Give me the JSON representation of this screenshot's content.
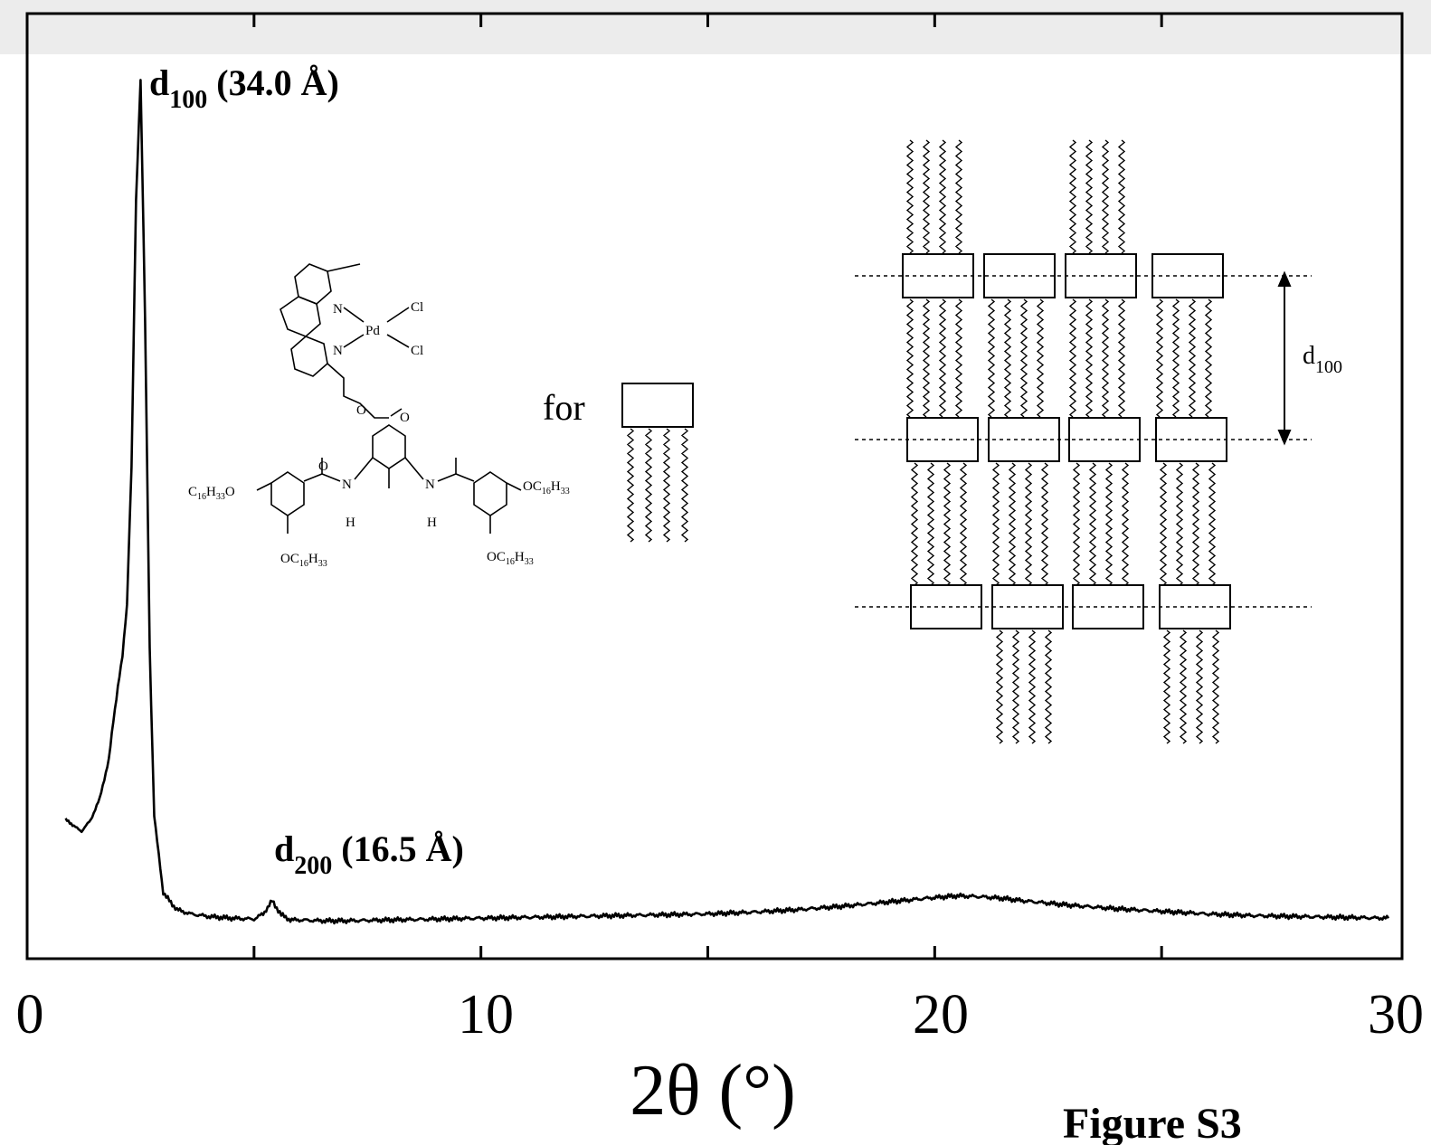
{
  "chart_data": {
    "type": "line",
    "xlabel": "2θ  (°)",
    "ylabel": "",
    "xlim": [
      0,
      30
    ],
    "x_ticks": [
      "0",
      "10",
      "20",
      "30"
    ],
    "grid": false,
    "series": [
      {
        "x": [
          0.85,
          1.0,
          1.2,
          1.4,
          1.6,
          1.8,
          1.9,
          2.0,
          2.1,
          2.2,
          2.3,
          2.4,
          2.5,
          2.6,
          2.7,
          2.8,
          3.0,
          3.3,
          3.6,
          4.0,
          4.5,
          5.0,
          5.2,
          5.4,
          5.6,
          5.8,
          6.0,
          6.5,
          7.0,
          8.0,
          9.0,
          10.0,
          11.0,
          12.0,
          13.0,
          14.0,
          15.0,
          16.0,
          17.0,
          18.0,
          19.0,
          20.0,
          20.5,
          21.0,
          21.5,
          22.0,
          23.0,
          24.0,
          25.0,
          26.0,
          27.0,
          28.0,
          29.0,
          30.0
        ],
        "y": [
          14.2,
          13.4,
          12.7,
          14.0,
          16.5,
          21.0,
          25.5,
          29.5,
          33.0,
          39.0,
          55.0,
          86.0,
          100.0,
          72.0,
          34.0,
          14.5,
          5.5,
          3.6,
          3.1,
          2.8,
          2.6,
          2.5,
          3.1,
          4.6,
          3.0,
          2.4,
          2.4,
          2.3,
          2.3,
          2.4,
          2.5,
          2.6,
          2.7,
          2.8,
          2.9,
          3.0,
          3.1,
          3.3,
          3.6,
          4.0,
          4.5,
          5.0,
          5.2,
          5.1,
          4.9,
          4.6,
          4.1,
          3.7,
          3.4,
          3.1,
          2.9,
          2.8,
          2.7,
          2.6
        ]
      }
    ],
    "annotations": [
      {
        "main": "d",
        "sub": "100",
        "rest": " (34.0 Å)"
      },
      {
        "main": "d",
        "sub": "200",
        "rest": " (16.5 Å)"
      }
    ]
  },
  "inset": {
    "chem_labels": [
      "N",
      "N",
      "Pd",
      "Cl",
      "Cl",
      "O",
      "O",
      "O",
      "N",
      "N",
      "H",
      "H"
    ],
    "substituents": [
      {
        "main": "C",
        "sub1": "16",
        "mid": "H",
        "sub2": "33",
        "end": "O"
      },
      {
        "main": "OC",
        "sub1": "16",
        "mid": "H",
        "sub2": "33",
        "end": ""
      },
      {
        "main": "OC",
        "sub1": "16",
        "mid": "H",
        "sub2": "33",
        "end": ""
      },
      {
        "main": "OC",
        "sub1": "16",
        "mid": "H",
        "sub2": "33",
        "end": ""
      }
    ],
    "for_label": "for",
    "spacing_label": {
      "main": "d",
      "sub": "100"
    }
  },
  "caption": "Figure S3"
}
